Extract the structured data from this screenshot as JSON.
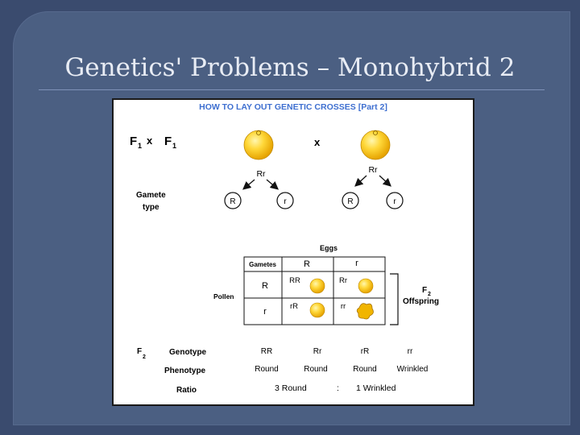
{
  "slide": {
    "title": "Genetics' Problems – Monohybrid 2"
  },
  "diagram": {
    "heading": "HOW TO LAY OUT GENETIC CROSSES  [Part 2]",
    "cross": {
      "f_letter": "F",
      "sub": "1",
      "times": "x",
      "cross_x": "x"
    },
    "parent_genotype": "Rr",
    "gamete_label_1": "Gamete",
    "gamete_label_2": "type",
    "gamete_R": "R",
    "gamete_r": "r",
    "eggs_label": "Eggs",
    "gametes_header": "Gametes",
    "pollen_label": "Pollen",
    "offspring_label": "Offspring",
    "f2_letter": "F",
    "f2_sub": "2",
    "cells": [
      "RR",
      "Rr",
      "rR",
      "rr"
    ],
    "rows": {
      "genotype_label": "Genotype",
      "phenotype_label": "Phenotype",
      "ratio_label": "Ratio",
      "genotypes": [
        "RR",
        "Rr",
        "rR",
        "rr"
      ],
      "phenotypes": [
        "Round",
        "Round",
        "Round",
        "Wrinkled"
      ],
      "ratio_round": "3  Round",
      "ratio_sep": ":",
      "ratio_wrinkled": "1  Wrinkled"
    }
  },
  "colors": {
    "seed": "#f8c31a",
    "heading": "#3e6fd0"
  }
}
